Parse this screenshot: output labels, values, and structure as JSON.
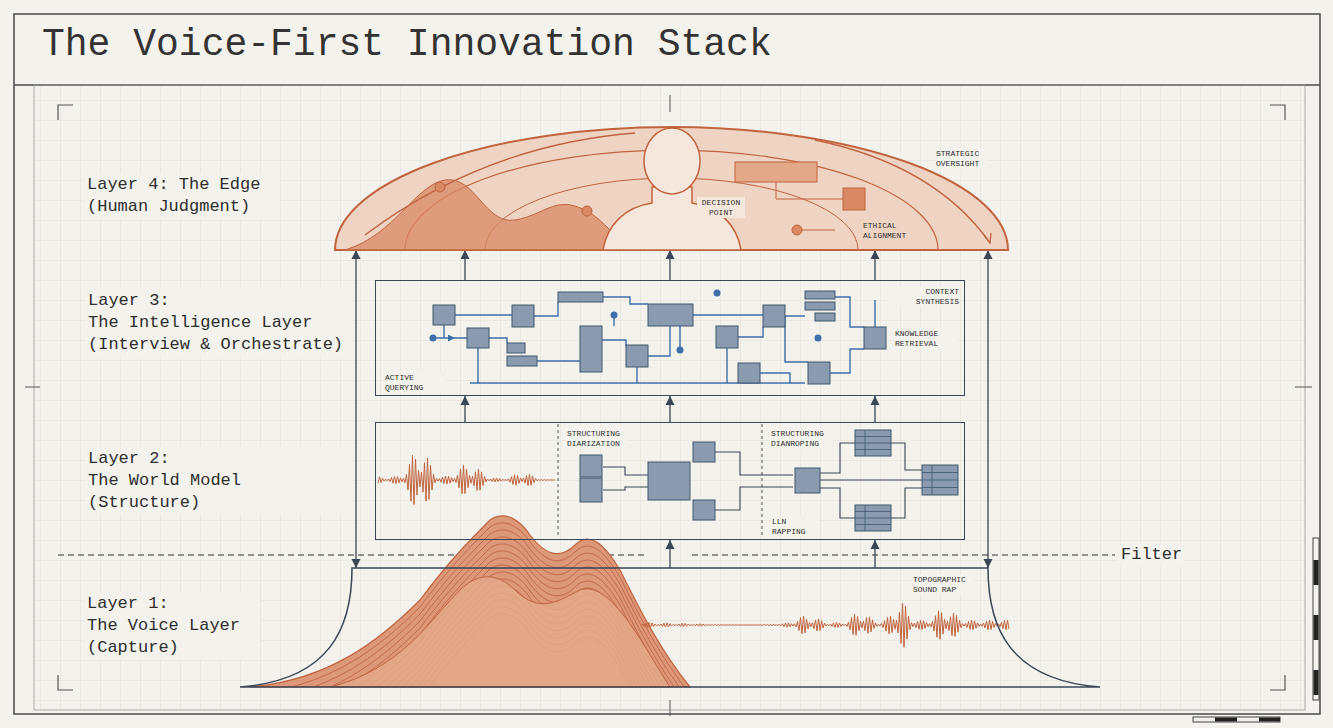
{
  "diagram": {
    "title": "The Voice-First Innovation Stack",
    "nodes": [
      {
        "text": [
          "Layer 4: The Edge (Human Judgment)",
          "DECISION POINT",
          "STRATEGIC OVERSIGHT",
          "ETHICAL ALIGNMENT"
        ]
      },
      {
        "text": [
          "Layer 3:",
          "The Intelligence Layer (Interview & Orchestrate)",
          "CONTEXT SYNTHESIS",
          "KNOWLEDGE RETRIEVAL",
          "ACTIVE QUERYING"
        ]
      },
      {
        "text": [
          "Layer 2:",
          "The World Model (Structure)",
          "STRUCTURING DIARIZATION",
          "STRUCTURING DIANROPING",
          "LLN RAPPING"
        ]
      },
      {
        "text": [
          "Layer 1:",
          "The Voice Layer (Capture)",
          "TOPOGRAPHIC SOUND RAP"
        ]
      }
    ],
    "edges": [
      {
        "from": 1,
        "to": 0,
        "arrow": "to"
      },
      {
        "from": 1,
        "to": 0,
        "arrow": "to"
      },
      {
        "from": 1,
        "to": 0,
        "arrow": "to"
      },
      {
        "from": 2,
        "to": 1,
        "arrow": "to"
      },
      {
        "from": 2,
        "to": 1,
        "arrow": "to"
      },
      {
        "from": 2,
        "to": 1,
        "arrow": "to"
      },
      {
        "from": 3,
        "to": 2,
        "arrow": "to"
      },
      {
        "from": 3,
        "to": 2,
        "arrow": "to"
      },
      {
        "from": 3,
        "to": 0,
        "arrow": "both"
      },
      {
        "from": 3,
        "to": 0,
        "arrow": "both"
      }
    ],
    "labels": [
      "Filter"
    ]
  }
}
